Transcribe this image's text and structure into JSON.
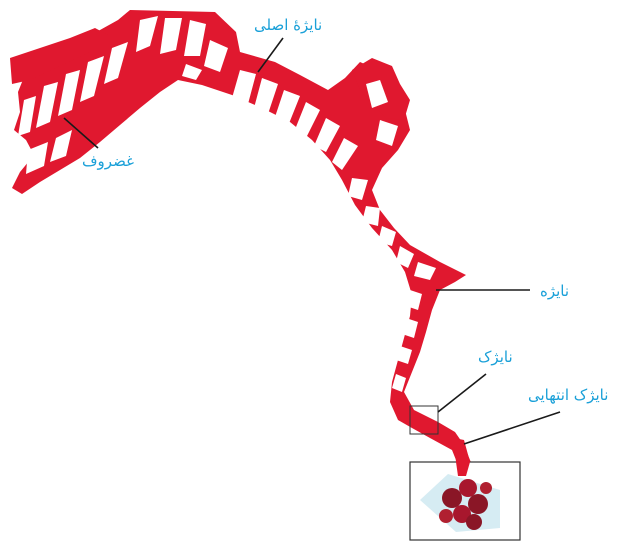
{
  "labels": {
    "main_bronchus": "نایژهٔ اصلی",
    "cartilage": "غضروف",
    "bronchus": "نایژه",
    "bronchiole": "نایژک",
    "terminal_bronchiole": "نایژک انتهایی"
  },
  "colors": {
    "tissue": "#e0182f",
    "tissue_dark": "#b0102a",
    "cartilage": "#ffffff",
    "label": "#1aa0d8",
    "leader": "#1a1a1a",
    "alveoli": "#8a1626",
    "box_fill": "#d6ecf3"
  }
}
